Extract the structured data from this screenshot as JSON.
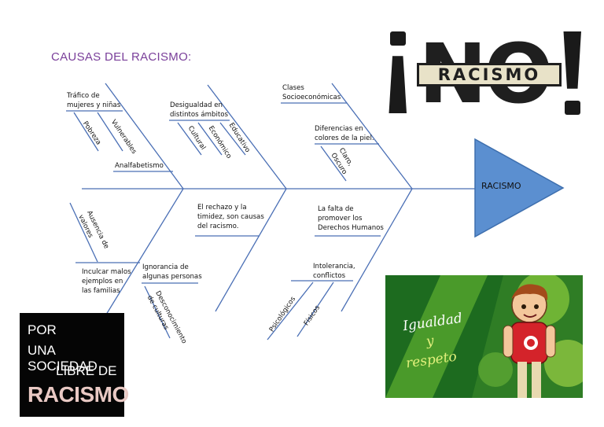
{
  "title": "CAUSAS DEL RACISMO:",
  "head": "RACISMO",
  "top_ribs": {
    "rib1": {
      "main_label": "Tráfico de\nmujeres y niñas",
      "sub_labels": [
        "Pobreza",
        "Vulnerables"
      ],
      "extra_label": "Analfabetismo"
    },
    "rib2": {
      "main_label": "Desigualdad en\ndistintos ámbitos",
      "sub_labels": [
        "Cultural",
        "Económico",
        "Educativo"
      ]
    },
    "rib3": {
      "main_label": "Clases\nSocioeconómicas",
      "second_label": "Diferencias en\ncolores de la piel.",
      "sub_labels": [
        "Claro,\nOscuro"
      ]
    }
  },
  "bottom_ribs": {
    "rib1": {
      "sub_label": "Ausencia de\nvalores",
      "main_label": "Inculcar malos\nejemplos en\nlas familias",
      "second_label": "Ignorancia de\nalgunas personas",
      "second_sub": "Desconocimiento\nde culturas"
    },
    "rib2": {
      "main_label": "El rechazo y la\ntimidez, son causas\ndel racismo."
    },
    "rib3": {
      "main_label": "La falta de\npromover los\nDerechos Humanos",
      "second_label": "Intolerancia,\nconflictos",
      "sub_labels": [
        "Psicológicos",
        "Físicos"
      ]
    }
  },
  "logo_no": {
    "letters": "NO",
    "band": "RACISMO"
  },
  "por_box": {
    "line1": "POR",
    "line2": "UNA SOCIEDAD",
    "line3": "LIBRE DE",
    "line4": "RACISMO"
  },
  "igualdad": {
    "line1": "Igualdad",
    "line2": "y",
    "line3": "respeto"
  },
  "colors": {
    "title": "#7a3f9a",
    "lines": "#4a6fb5",
    "head_fill": "#5b8fd0"
  }
}
